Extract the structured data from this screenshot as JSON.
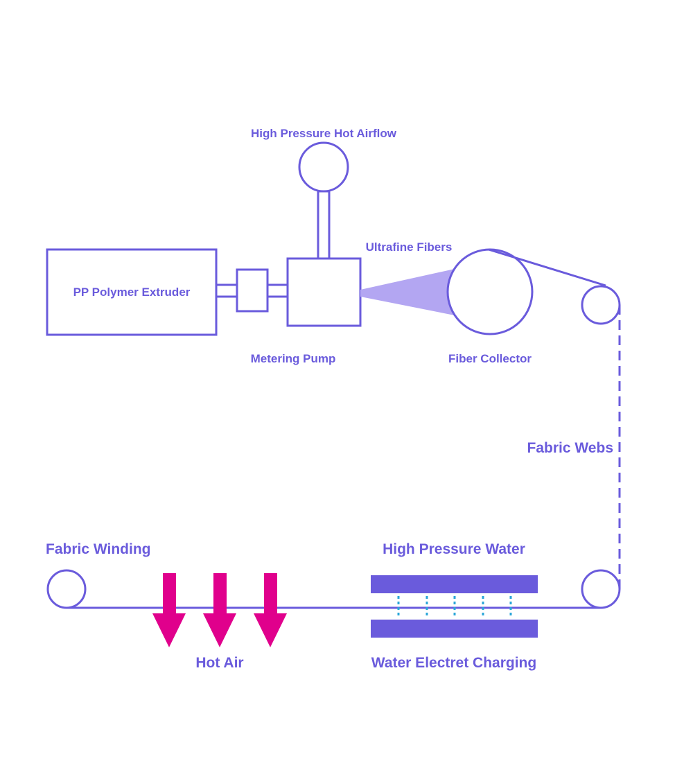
{
  "labels": {
    "airflow": "High Pressure Hot Airflow",
    "extruder": "PP Polymer Extruder",
    "fibers": "Ultrafine Fibers",
    "pump": "Metering Pump",
    "collector": "Fiber Collector",
    "webs": "Fabric Webs",
    "winding": "Fabric Winding",
    "water": "High Pressure Water",
    "hot_air": "Hot Air",
    "charging": "Water Electret Charging"
  },
  "colors": {
    "outline": "#6a5bdc",
    "fiber_fill": "#b3a6f2",
    "plate": "#6a5bdc",
    "water_dots": "#2aa6d8",
    "hot_air_arrow": "#e0008c"
  }
}
